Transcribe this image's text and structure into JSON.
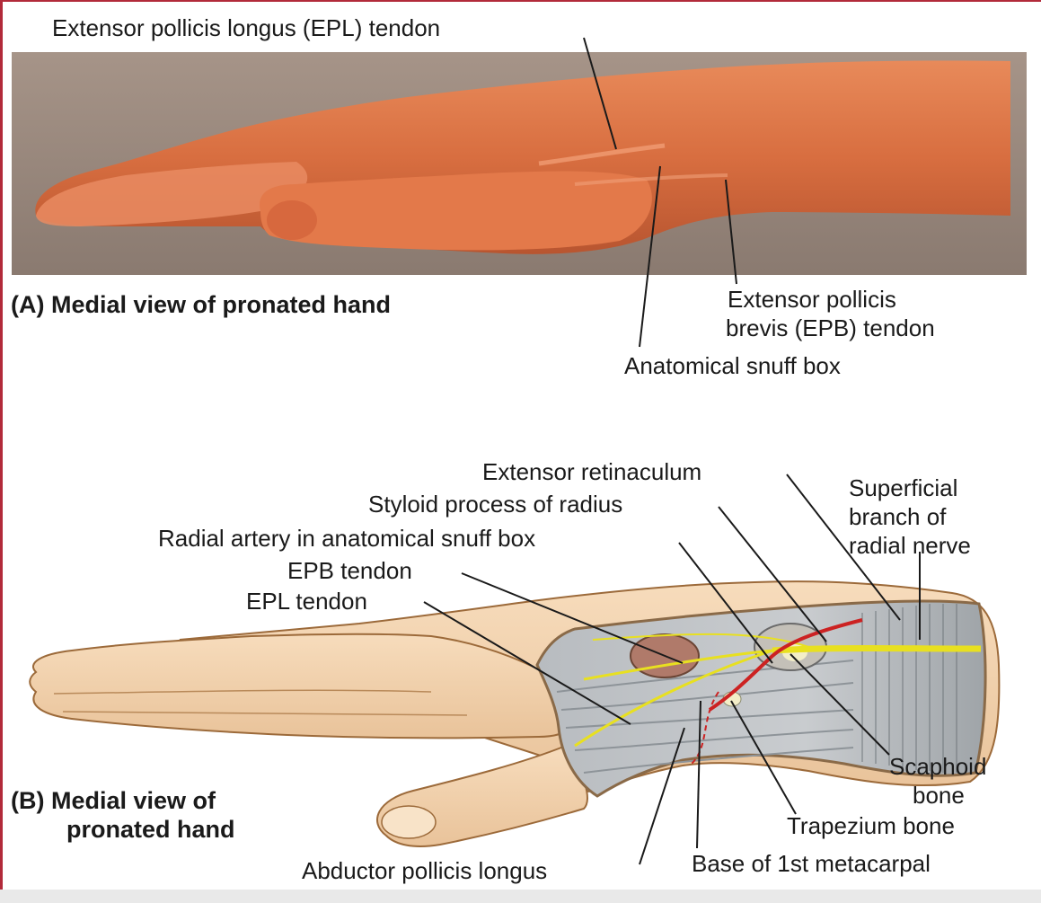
{
  "panel_a": {
    "caption": "(A) Medial view of pronated hand",
    "labels": {
      "epl": "Extensor pollicis longus (EPL) tendon",
      "epb_line1": "Extensor pollicis",
      "epb_line2": "brevis (EPB) tendon",
      "snuff_box": "Anatomical snuff box"
    }
  },
  "panel_b": {
    "caption_line1": "(B) Medial view of",
    "caption_line2": "pronated hand",
    "labels": {
      "extensor_retinaculum": "Extensor retinaculum",
      "superficial_line1": "Superficial",
      "superficial_line2": "branch of",
      "superficial_line3": "radial nerve",
      "styloid": "Styloid process of radius",
      "radial_artery": "Radial artery in anatomical snuff box",
      "epb_tendon": "EPB tendon",
      "epl_tendon": "EPL tendon",
      "scaphoid_line1": "Scaphoid",
      "scaphoid_line2": "bone",
      "trapezium": "Trapezium bone",
      "base_metacarpal": "Base of 1st metacarpal",
      "abductor": "Abductor pollicis longus"
    }
  },
  "colors": {
    "skin_photo": "#e07848",
    "skin_drawing": "#f6d7b3",
    "tendon": "#b9b9b9",
    "nerve": "#e8e020",
    "artery": "#cc2222"
  }
}
